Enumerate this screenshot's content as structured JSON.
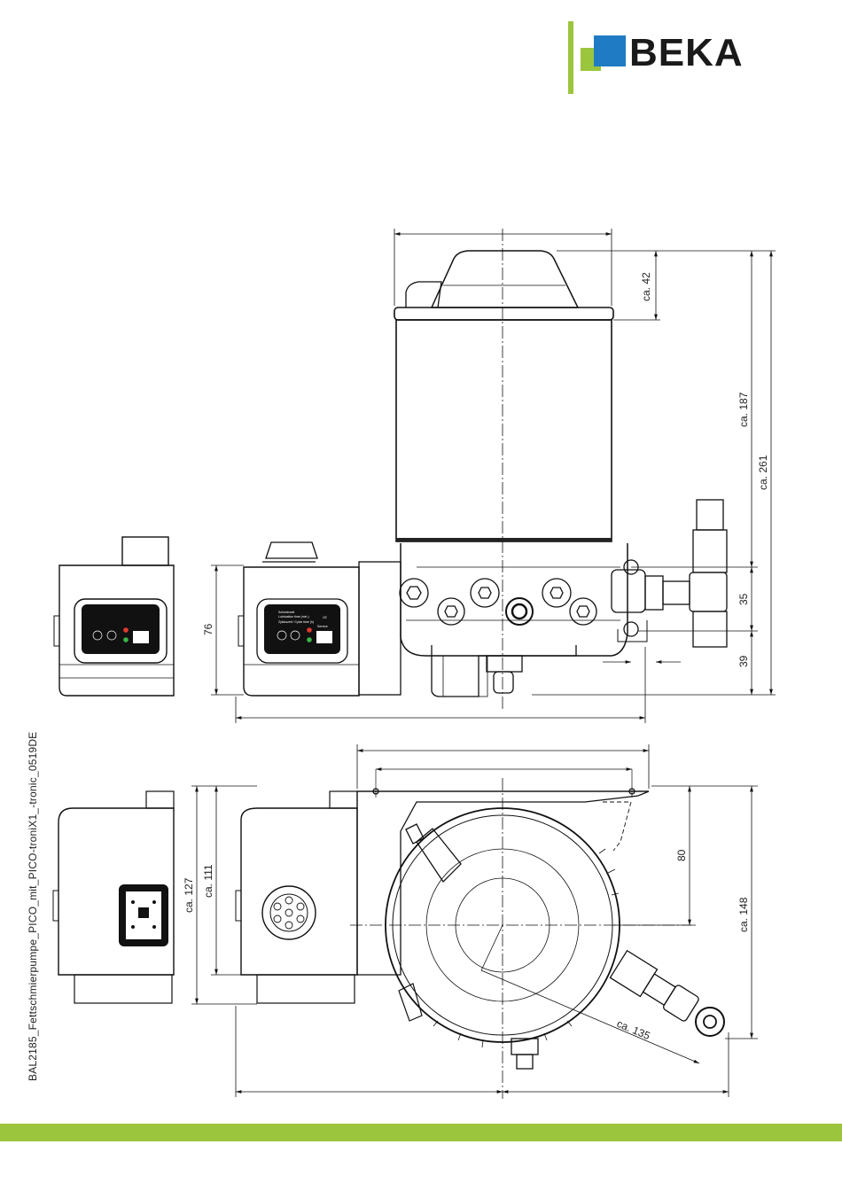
{
  "brand": {
    "name": "BEKA",
    "green": "#9bc53d",
    "blue": "#1f7bc4",
    "dark": "#1a1a1a"
  },
  "document": {
    "file_reference": "BAL2185_Fettschmierpumpe_PICO_mit_PICO-troniX1_-tronic_0519DE"
  },
  "dimensions": {
    "top_view": {
      "cap_height": "ca. 42",
      "reservoir_height": "ca. 187",
      "overall_height": "ca. 261",
      "outlet_offset": "35",
      "mount_height": "39",
      "housing_height": "76"
    },
    "bottom_view": {
      "flange_depth": "80",
      "overall_depth": "ca. 148",
      "housing_depth_a": "ca. 127",
      "housing_depth_b": "ca. 111",
      "swing_radius": "ca. 135"
    }
  },
  "control_panel": {
    "line1": "Schmierzeit",
    "line2": "Lubrication time (min.)",
    "line3": "Zykluszeit / Cycle time (h)",
    "service": "Service",
    "ce_mark": "CE"
  }
}
